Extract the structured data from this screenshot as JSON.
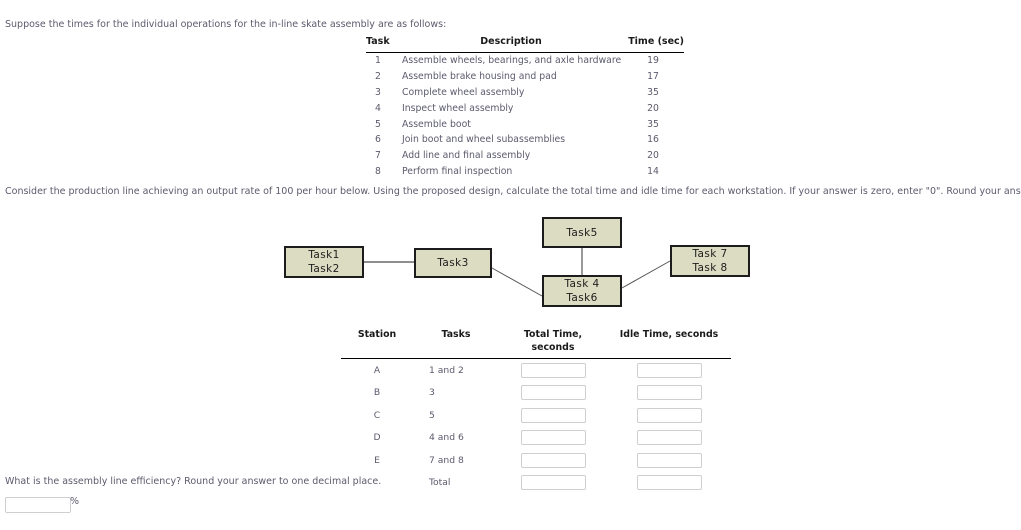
{
  "intro": {
    "text": "Suppose the times for the individual operations for the in-line skate assembly are as follows:"
  },
  "operations_table": {
    "headers": {
      "task": "Task",
      "description": "Description",
      "time": "Time (sec)"
    },
    "rows": [
      {
        "task": "1",
        "description": "Assemble wheels, bearings, and axle hardware",
        "time": "19"
      },
      {
        "task": "2",
        "description": "Assemble brake housing and pad",
        "time": "17"
      },
      {
        "task": "3",
        "description": "Complete wheel assembly",
        "time": "35"
      },
      {
        "task": "4",
        "description": "Inspect wheel assembly",
        "time": "20"
      },
      {
        "task": "5",
        "description": "Assemble boot",
        "time": "35"
      },
      {
        "task": "6",
        "description": "Join boot and wheel subassemblies",
        "time": "16"
      },
      {
        "task": "7",
        "description": "Add line and final assembly",
        "time": "20"
      },
      {
        "task": "8",
        "description": "Perform final inspection",
        "time": "14"
      }
    ]
  },
  "instruction": {
    "text": "Consider the production line achieving an output rate of 100 per hour below. Using the proposed design, calculate the total time and idle time for each workstation. If your answer is zero, enter \"0\". Round your answers to the nearest whole number."
  },
  "diagram": {
    "node_fill": "#dcdcc3",
    "node_border": "#1c1c1c",
    "nodes": [
      {
        "id": "node-12",
        "lines": [
          "Task1",
          "Task2"
        ]
      },
      {
        "id": "node-3",
        "lines": [
          "Task3"
        ]
      },
      {
        "id": "node-5",
        "lines": [
          "Task5"
        ]
      },
      {
        "id": "node-46",
        "lines": [
          "Task 4",
          "Task6"
        ]
      },
      {
        "id": "node-78",
        "lines": [
          "Task 7",
          "Task 8"
        ]
      }
    ]
  },
  "station_table": {
    "headers": {
      "station": "Station",
      "tasks": "Tasks",
      "total_time_line1": "Total Time,",
      "total_time_line2": "seconds",
      "idle_time": "Idle Time, seconds"
    },
    "rows": [
      {
        "station": "A",
        "tasks": "1 and 2",
        "total_time": "",
        "idle_time": ""
      },
      {
        "station": "B",
        "tasks": "3",
        "total_time": "",
        "idle_time": ""
      },
      {
        "station": "C",
        "tasks": "5",
        "total_time": "",
        "idle_time": ""
      },
      {
        "station": "D",
        "tasks": "4 and 6",
        "total_time": "",
        "idle_time": ""
      },
      {
        "station": "E",
        "tasks": "7 and 8",
        "total_time": "",
        "idle_time": ""
      },
      {
        "station": "",
        "tasks": "Total",
        "total_time": "",
        "idle_time": ""
      }
    ]
  },
  "efficiency_question": {
    "text": "What is the assembly line efficiency? Round your answer to one decimal place.",
    "value": "",
    "unit": "%"
  }
}
